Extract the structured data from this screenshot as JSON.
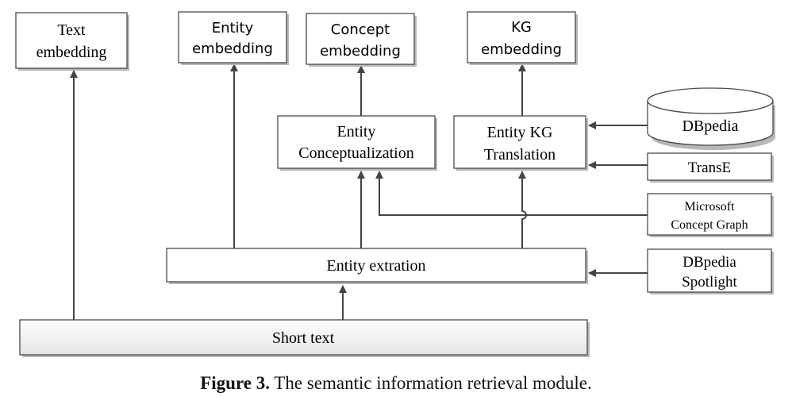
{
  "nodes": {
    "text_embedding": [
      "Text",
      "embedding"
    ],
    "entity_embedding": [
      "Entity",
      "embedding"
    ],
    "concept_embedding": [
      "Concept",
      "embedding"
    ],
    "kg_embedding": [
      "KG",
      "embedding"
    ],
    "entity_conceptualization": [
      "Entity",
      "Conceptualization"
    ],
    "entity_kg_translation": [
      "Entity KG",
      "Translation"
    ],
    "dbpedia": "DBpedia",
    "transe": "TransE",
    "microsoft_concept_graph": [
      "Microsoft",
      "Concept Graph"
    ],
    "entity_extraction": "Entity extration",
    "dbpedia_spotlight": [
      "DBpedia",
      "Spotlight"
    ],
    "short_text": "Short text"
  },
  "caption": {
    "label": "Figure 3.",
    "text": " The semantic information retrieval module."
  }
}
